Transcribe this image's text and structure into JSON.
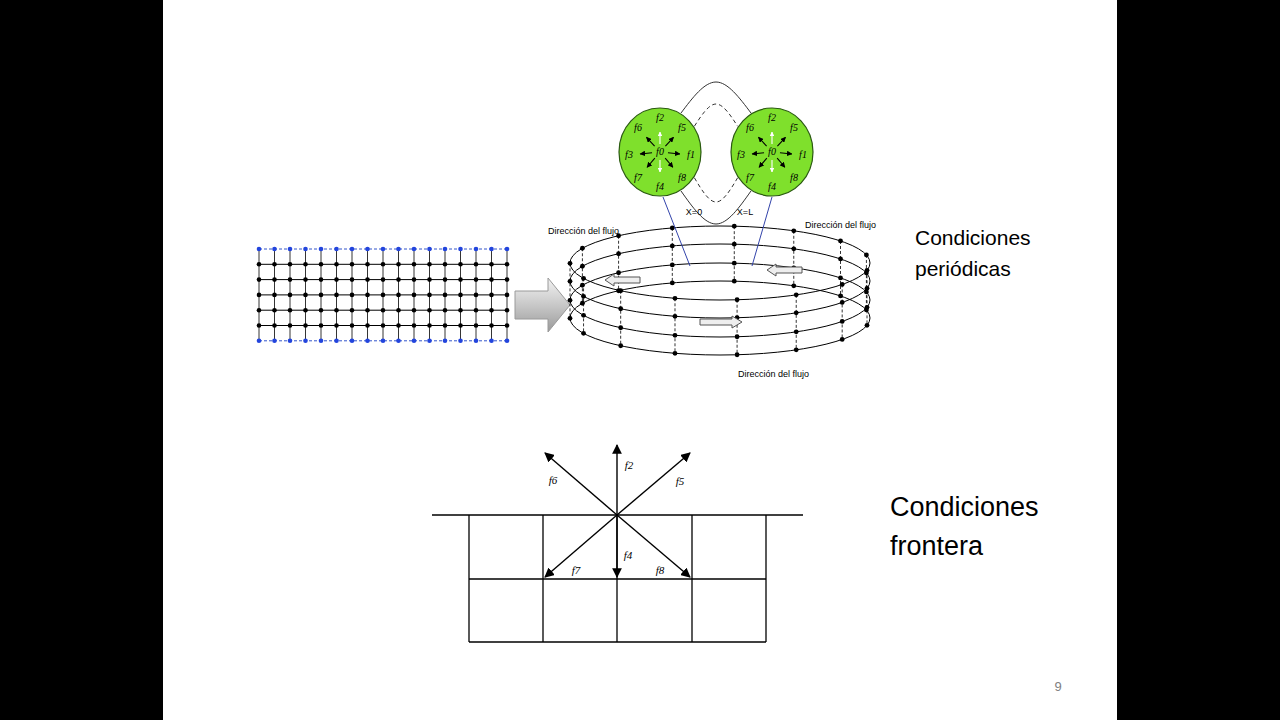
{
  "diagram": {
    "nodes": [
      {
        "text": [
          "f6",
          "f2",
          "f5",
          "f3",
          "f0",
          "f1",
          "f7",
          "f4",
          "f8"
        ]
      },
      {
        "text": [
          "f6",
          "f2",
          "f5",
          "f3",
          "f0",
          "f1",
          "f7",
          "f4",
          "f8"
        ]
      }
    ],
    "edges": [
      {
        "from": 0,
        "to": 1,
        "arrow": "none"
      },
      {
        "from": 0,
        "to": 1,
        "arrow": "none"
      },
      {
        "from": 0,
        "to": 1,
        "arrow": "none"
      },
      {
        "from": 0,
        "to": 1,
        "arrow": "none"
      }
    ],
    "labels": [
      "Dirección del flujo",
      "X=0",
      "X=L",
      "Dirección del flujo",
      "Dirección del flujo",
      "Condiciones periódicas",
      "f2",
      "f5",
      "f6",
      "f4",
      "f7",
      "f8",
      "Condiciones frontera",
      "9"
    ]
  }
}
